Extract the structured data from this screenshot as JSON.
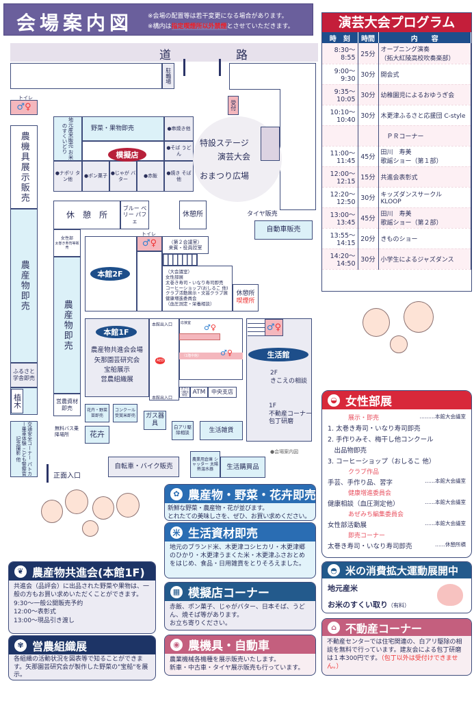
{
  "header": {
    "title": "会場案内図",
    "note1": "※会場の配置等は若干変更になる場合があります。",
    "note2_pre": "※構内は",
    "note2_red": "指定喫煙所以外禁煙",
    "note2_post": "とさせていただきます。"
  },
  "map": {
    "road1": "道",
    "road2": "路",
    "bike_parking": "駐輪場",
    "reception": "受付",
    "toilet": "トイレ",
    "farm_machine": "農機具展示販売",
    "produce_left": "農産物即売",
    "furusato": "ふるさと学舎即売",
    "plants": "植木",
    "traffic": "交通安全コーナー パトカー乗車体験 こども警察官記念撮影 他",
    "rice": "地元産米販売 お米のすくいどり",
    "veg_fruit": "野菜・果物即売",
    "stall_label": "模擬店",
    "stalls": [
      "●串焼き他",
      "●そば うどん",
      "●ナポリ タン他",
      "●ポン菓子",
      "●じゃが バター",
      "●赤飯",
      "●焼き そば他"
    ],
    "stage1": "特設ステージ",
    "stage2": "演芸大会",
    "plaza": "おまつり広場",
    "rest1": "休　憩　所",
    "blueberry": "ブルー ベリー パフェ",
    "rest2": "休憩所",
    "tire": "タイヤ販売",
    "car": "自動車販売",
    "women": "女性部",
    "women_sub": "太巻き寿司等販売",
    "produce_mid": "農産物即売",
    "main2f": "本館2F",
    "room2a": "（第２会議室）",
    "room2b": "来賓・役員控室",
    "bigroom": [
      "（大会議室）",
      "女性部展",
      "太巻き寿司・いなり寿司即売",
      "コーヒーショップ(おしるこ 他)",
      "クラブ活動展示・文芸クラブ展",
      "健康増進委員会",
      "（血圧測定・栄養相談）"
    ],
    "rest3": "休憩所",
    "smoking": "喫煙所",
    "main1f": "本館1F",
    "main1f_items": [
      "農産物共進会会場",
      "矢那園芸研究会",
      "宝船展示",
      "営農組織展"
    ],
    "entrance": "本館出入口",
    "reception_room": "応接室",
    "hall1f": "（1階中館）",
    "aed": "AED",
    "atm": "ATM",
    "branch": "中央支店",
    "kisarazu": "きさらづ観光協会",
    "living": "生活館",
    "living2f": "2F",
    "living2f_t": "きこえの相談",
    "living1f": "1F",
    "living1f_t1": "不動産コーナー",
    "living1f_t2": "包丁研磨",
    "farm_supply": "営農資材即売",
    "flower_seed": "花卉・野菜苗即売",
    "contest": "コンクール受賞米即売",
    "gas": "ガス器具",
    "termite": "白アリ駆除相談",
    "goods": "生活雑貨",
    "flower": "花卉",
    "bus": "無料バス乗降場所",
    "bicycle": "自転車・バイク販売",
    "shutter": "農業用倉庫 シャッター 太陽熱温水器",
    "shopping": "生活購買品",
    "guide": "●会場案内図",
    "front": "正面入口"
  },
  "program": {
    "title": "演芸大会プログラム",
    "cols": [
      "時　刻",
      "時間",
      "内　　容"
    ],
    "rows": [
      {
        "time": "8:30〜\n8:55",
        "dur": "25分",
        "item": "オープニング演奏\n（拓大紅陵高校吹奏楽部）"
      },
      {
        "time": "9:00〜\n9:30",
        "dur": "30分",
        "item": "開会式"
      },
      {
        "time": "9:35〜\n10:05",
        "dur": "30分",
        "item": "幼稚園児によるおゆうぎ会"
      },
      {
        "time": "10:10〜\n10:40",
        "dur": "30分",
        "item": "木更津ふるさと応援団 C-style"
      },
      {
        "time": "",
        "dur": "",
        "item": "　ＰＲコーナー"
      },
      {
        "time": "11:00〜\n11:45",
        "dur": "45分",
        "item": "田川　寿美\n歌謡ショー（第１部）"
      },
      {
        "time": "12:00〜\n12:15",
        "dur": "15分",
        "item": "共進会表彰式"
      },
      {
        "time": "12:20〜\n12:50",
        "dur": "30分",
        "item": "キッズダンスサークル\nKLOOP"
      },
      {
        "time": "13:00〜\n13:45",
        "dur": "45分",
        "item": "田川　寿美\n歌謡ショー（第２部）"
      },
      {
        "time": "13:55〜\n14:15",
        "dur": "20分",
        "item": "きものショー"
      },
      {
        "time": "14:20〜\n14:50",
        "dur": "30分",
        "item": "小学生によるジャズダンス"
      }
    ]
  },
  "women_expo": {
    "title": "女性部展",
    "rows": [
      {
        "cat": "展示・即売",
        "place": "………本館大会議室"
      },
      {
        "text": "1. 太巻き寿司・いなり寿司即売"
      },
      {
        "text": "2. 手作りみそ、梅干し他コンクール"
      },
      {
        "text": "　出品物即売"
      },
      {
        "text": "3. コーヒーショップ（おしるこ 他）"
      },
      {
        "cat": "クラブ作品"
      },
      {
        "text": "手芸、手作り品、習字",
        "place": "……本館大会議室"
      },
      {
        "cat": "健康増進委員会"
      },
      {
        "text": "健康相談（血圧測定他）",
        "place": "……本館大会議室"
      },
      {
        "cat": "あぜみち編集委員会"
      },
      {
        "text": "女性部活動展",
        "place": "……本館大会議室"
      },
      {
        "cat": "即売コーナー"
      },
      {
        "text": "太巻き寿司・いなり寿司即売",
        "place": "……休憩所横"
      }
    ]
  },
  "rice": {
    "title": "米の消費拡大運動展開中",
    "l1": "地元産米",
    "l2": "お米のすくい取り",
    "l2s": "（有料）"
  },
  "realestate": {
    "title": "不動産コーナー",
    "body": "不動産センターでは住宅関連の、白アリ駆除の相談を無料で行っています。建友会による包丁研磨は１本300円です。",
    "red": "（包丁以外は受付けできません。）"
  },
  "sections": {
    "produce": {
      "title": "農産物・野菜・花卉即売",
      "body": "新鮮な野菜・農産物・花が並びます。\nとれたての美味しさを、ぜひ、お買い求めください。"
    },
    "living": {
      "title": "生活資材即売",
      "body": "地元のブランド米、木更津コシヒカリ・木更津郷のひかり・木更津うまくた米・木更津ふさおとめをはじめ、食品・日用雑貨をとりそろえました。"
    },
    "stall": {
      "title": "模擬店コーナー",
      "body": "赤飯、ポン菓子、じゃがバター、日本そば、うどん、焼そば等があります。\nお立ち寄りください。"
    },
    "machine": {
      "title": "農機具・自動車",
      "body": "農業機械各機種を展示販売いたします。\n新車・中古車・タイヤ展示販売も行っています。"
    },
    "fair": {
      "title": "農産物共進会(本館1F)",
      "body": "共進会（品評会）に出品された野菜や果物は、一般の方もお買い求めいただくことができます。\n9:30〜一般公開販売予約\n12:00〜表彰式\n13:00〜現品引き渡し"
    },
    "org": {
      "title": "営農組織展",
      "body": "各組織の活動状況を図表等で知ることができます。矢那園芸研究会が製作した野菜の\"宝船\"を展示。"
    }
  },
  "colors": {
    "title_bg": "#6a5f9c",
    "program_red": "#c41e3a",
    "navy": "#1d3466",
    "blue": "#2a6db3",
    "rose": "#c45f7e",
    "red": "#d8283a"
  }
}
